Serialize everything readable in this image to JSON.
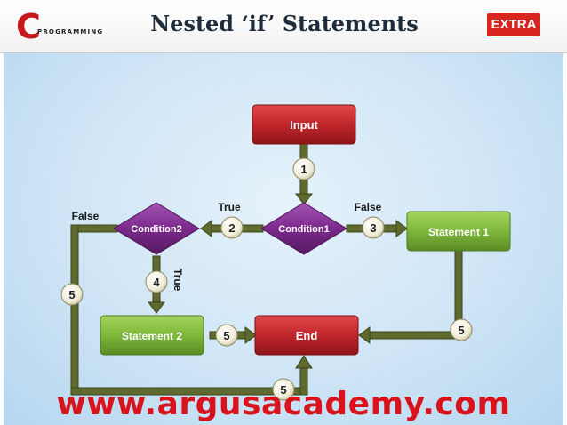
{
  "header": {
    "logo_letter": "C",
    "logo_text": "PROGRAMMING",
    "title": "Nested ‘if’ Statements",
    "badge": "EXTRA"
  },
  "diagram": {
    "nodes": {
      "input": "Input",
      "condition1": "Condition1",
      "condition2": "Condition2",
      "statement1": "Statement 1",
      "statement2": "Statement 2",
      "end": "End"
    },
    "labels": {
      "true_top": "True",
      "false_right": "False",
      "false_left": "False",
      "true_vertical": "True"
    },
    "steps": {
      "s1": "1",
      "s2": "2",
      "s3": "3",
      "s4": "4",
      "s5_left": "5",
      "s5_mid": "5",
      "s5_right": "5",
      "s5_bottom": "5"
    }
  },
  "footer": {
    "url": "www.argusacademy.com"
  },
  "colors": {
    "input_end": "#c0262b",
    "condition": "#7c2a8c",
    "statement": "#7db83a",
    "connector": "#5f6b2e",
    "url": "#d9121c",
    "badge": "#d7261f"
  }
}
